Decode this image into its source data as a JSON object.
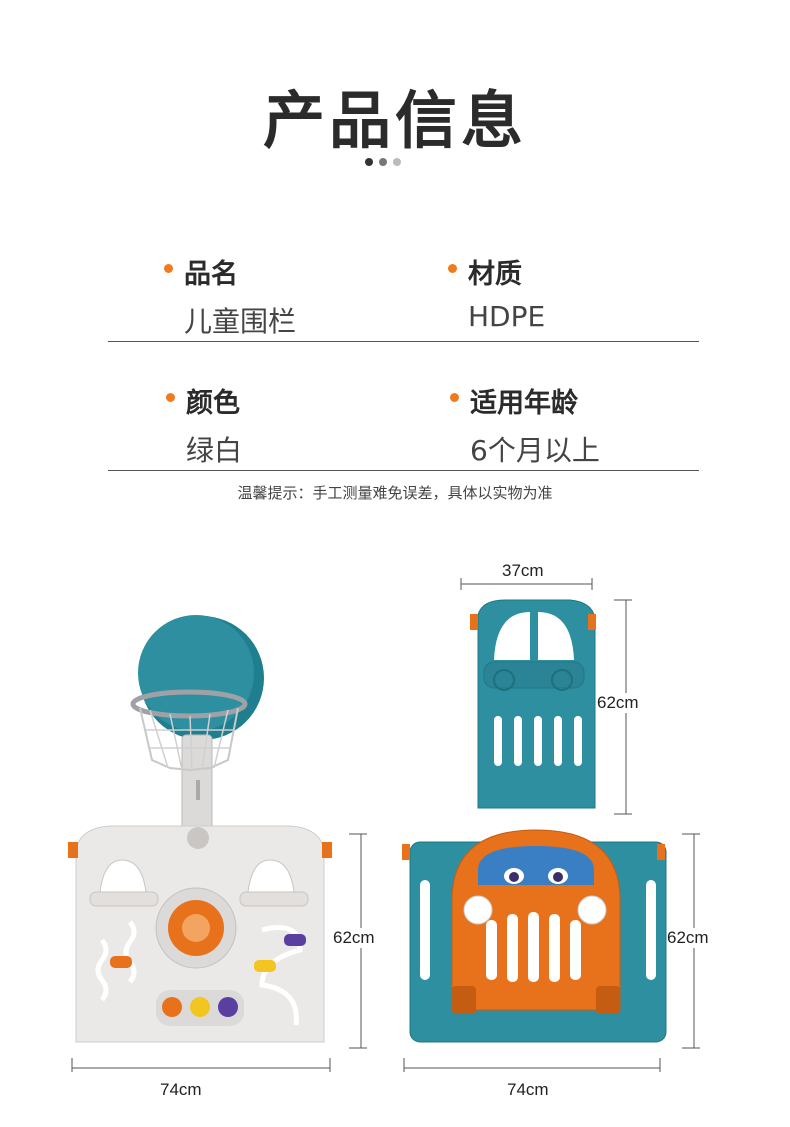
{
  "header": {
    "title": "产品信息",
    "dot_colors": [
      "#333333",
      "#777777",
      "#bbbbbb"
    ]
  },
  "specs": {
    "name_label": "品名",
    "name_value": "儿童围栏",
    "material_label": "材质",
    "material_value": "HDPE",
    "color_label": "颜色",
    "color_value": "绿白",
    "age_label": "适用年龄",
    "age_value": "6个月以上"
  },
  "note": "温馨提示：手工测量难免误差，具体以实物为准",
  "dimensions": {
    "top_panel_width": "37cm",
    "top_panel_height": "62cm",
    "left_panel_height": "62cm",
    "left_panel_width": "74cm",
    "right_panel_height": "62cm",
    "right_panel_width": "74cm"
  },
  "colors": {
    "accent": "#f07b1c",
    "teal": "#2e8fa0",
    "panel_white": "#ebe9e7",
    "orange": "#e8711c"
  }
}
